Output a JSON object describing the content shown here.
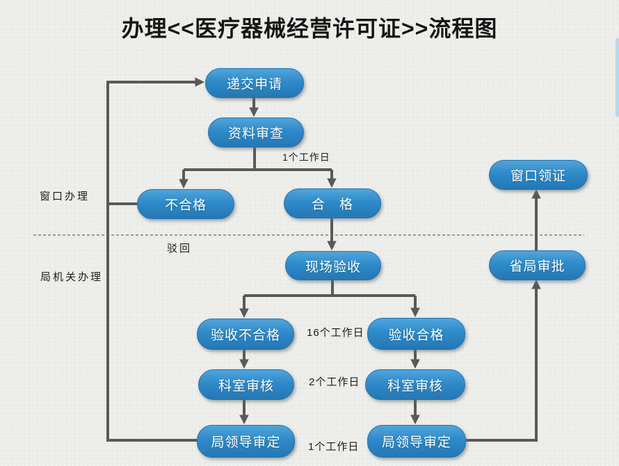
{
  "title": "办理<<医疗器械经营许可证>>流程图",
  "lanes": {
    "window": "窗口办理",
    "bureau": "局机关办理"
  },
  "nodes": {
    "submit": "递交申请",
    "doc_review": "资料审查",
    "unqualified": "不合格",
    "qualified": "合　格",
    "onsite_check": "现场验收",
    "check_fail": "验收不合格",
    "dept_review_left": "科室审核",
    "leader_approval_left": "局领导审定",
    "check_pass": "验收合格",
    "dept_review_right": "科室审核",
    "leader_approval_right": "局领导审定",
    "provincial_approval": "省局审批",
    "collect_cert": "窗口领证"
  },
  "annotations": {
    "days_1_top": "1个工作日",
    "reject": "驳回",
    "days_16": "16个工作日",
    "days_2": "2个工作日",
    "days_1_bottom": "1个工作日"
  },
  "edges": [
    {
      "from": "submit",
      "to": "doc_review"
    },
    {
      "from": "doc_review",
      "to": "unqualified"
    },
    {
      "from": "doc_review",
      "to": "qualified"
    },
    {
      "from": "qualified",
      "to": "onsite_check"
    },
    {
      "from": "onsite_check",
      "to": "check_fail"
    },
    {
      "from": "onsite_check",
      "to": "check_pass"
    },
    {
      "from": "check_fail",
      "to": "dept_review_left"
    },
    {
      "from": "dept_review_left",
      "to": "leader_approval_left"
    },
    {
      "from": "check_pass",
      "to": "dept_review_right"
    },
    {
      "from": "dept_review_right",
      "to": "leader_approval_right"
    },
    {
      "from": "leader_approval_right",
      "to": "provincial_approval"
    },
    {
      "from": "provincial_approval",
      "to": "collect_cert"
    },
    {
      "from": "unqualified",
      "to": "submit"
    },
    {
      "from": "leader_approval_left",
      "to": "submit"
    }
  ],
  "colors": {
    "background": "#ECECE9",
    "node_fill": "#2E8AC9",
    "node_fill_light": "#4FA5DE",
    "node_border": "#2173AF",
    "node_text": "#FFFFFF",
    "arrow": "#595959",
    "dashed_divider": "#7C7C7C",
    "title_text": "#141414",
    "label_text": "#1C1C1C",
    "right_edge_strip": "#B9D8E9"
  }
}
